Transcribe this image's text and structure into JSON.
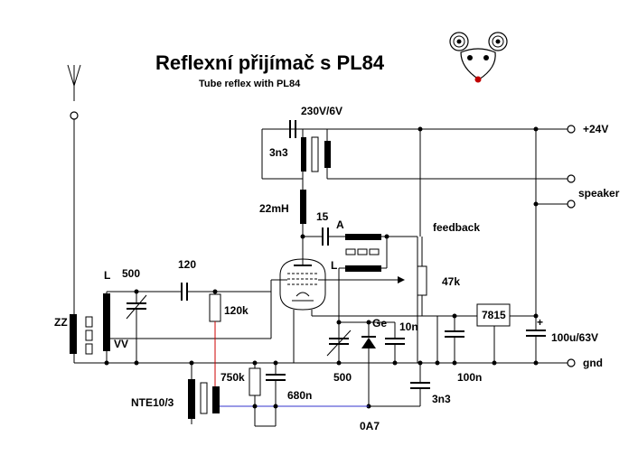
{
  "title": "Reflexní přijímač s PL84",
  "subtitle": "Tube reflex with PL84",
  "labels": {
    "transformer": "230V/6V",
    "plus24": "+24V",
    "speaker": "speaker",
    "c_3n3_top": "3n3",
    "choke": "22mH",
    "c_15": "15",
    "coil_a": "A",
    "feedback": "feedback",
    "coil_l_right": "L",
    "c_120": "120",
    "res_120k": "120k",
    "pot_47k": "47k",
    "reg_7815": "7815",
    "plus_sign": "+",
    "c_100u": "100u/63V",
    "coil_l_left": "L",
    "c_500_left": "500",
    "ferrite": "ZZ",
    "vv": "VV",
    "ge": "Ge",
    "c_10n": "10n",
    "c_500_mid": "500",
    "c_100n": "100n",
    "gnd": "gnd",
    "res_750k": "750k",
    "c_680n": "680n",
    "nte": "NTE10/3",
    "c_3n3_bottom": "3n3",
    "diode_0a7": "0A7"
  },
  "colors": {
    "wire": "#000000",
    "red_wire": "#cc0000",
    "blue_wire": "#3333cc",
    "mouse_nose": "#c00000"
  }
}
